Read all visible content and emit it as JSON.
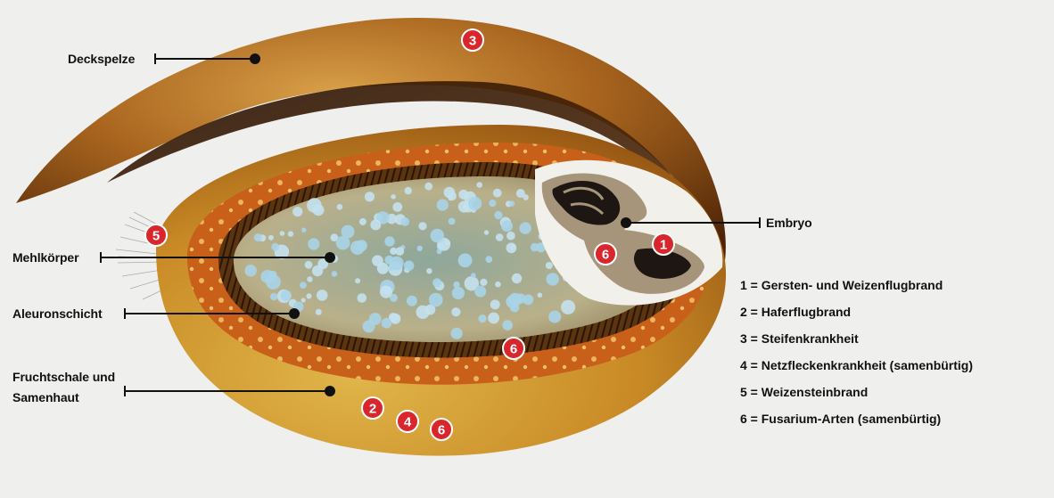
{
  "labels": {
    "deckspelze": "Deckspelze",
    "mehlkoerper": "Mehlkörper",
    "aleuron": "Aleuronschicht",
    "fruchtschale_line1": "Fruchtschale und",
    "fruchtschale_line2": "Samenhaut",
    "embryo": "Embryo"
  },
  "markers": {
    "m1": "1",
    "m2": "2",
    "m3": "3",
    "m4": "4",
    "m5": "5",
    "m6a": "6",
    "m6b": "6",
    "m6c": "6"
  },
  "legend": [
    "1 = Gersten- und Weizenflugbrand",
    "2 = Haferflugbrand",
    "3 = Steifenkrankheit",
    "4 = Netzfleckenkrankheit (samenbürtig)",
    "5 = Weizensteinbrand",
    "6 = Fusarium-Arten (samenbürtig)"
  ],
  "colors": {
    "marker": "#d8262c",
    "husk": "#8a4a14",
    "pericarp": "#c7892a",
    "aleurone": "#d4691f",
    "endosperm": "#a9c9d8",
    "line": "#111111"
  }
}
